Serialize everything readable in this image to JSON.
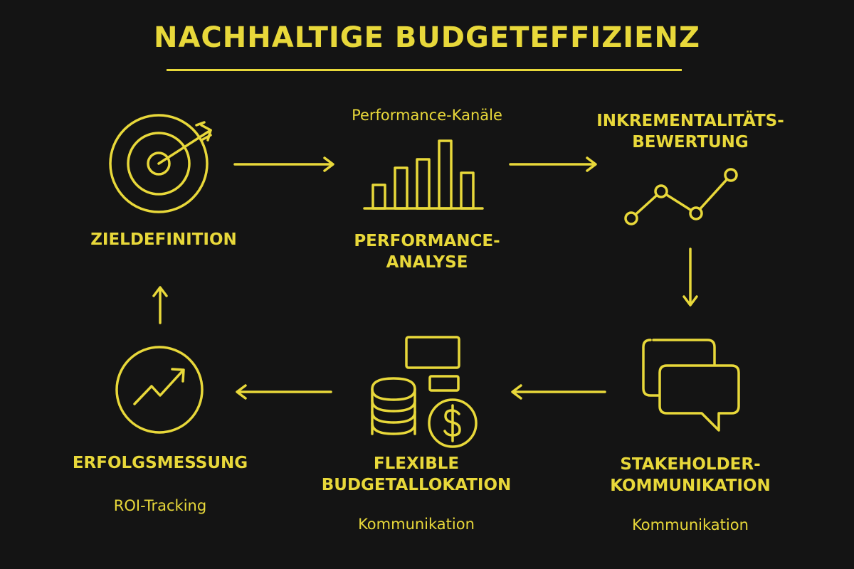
{
  "title": "NACHHALTIGE BUDGETEFFIZIENZ",
  "colors": {
    "background": "#141414",
    "accent": "#E8D83A"
  },
  "steps": [
    {
      "id": "zieldefinition",
      "icon": "target-arrow-icon",
      "label": "ZIELDEFINITION",
      "subtitle": ""
    },
    {
      "id": "performance-analyse",
      "icon": "bar-chart-icon",
      "label": "PERFORMANCE-\nANALYSE",
      "subtitle": "Performance-Kanäle"
    },
    {
      "id": "inkrementalitaetsbewertung",
      "icon": "line-chart-icon",
      "label": "INKREMENTALITÄTS-\nBEWERTUNG",
      "subtitle": ""
    },
    {
      "id": "stakeholder-kommunikation",
      "icon": "speech-bubbles-icon",
      "label": "STAKEHOLDER-\nKOMMUNIKATION",
      "subtitle": "Kommunikation"
    },
    {
      "id": "flexible-budgetallokation",
      "icon": "coins-dollar-icon",
      "label": "FLEXIBLE\nBUDGETALLOKATION",
      "subtitle": "Kommunikation"
    },
    {
      "id": "erfolgsmessung",
      "icon": "growth-chart-circle-icon",
      "label": "ERFOLGSMESSUNG",
      "subtitle": "ROI-Tracking"
    }
  ],
  "flow": [
    [
      "zieldefinition",
      "performance-analyse"
    ],
    [
      "performance-analyse",
      "inkrementalitaetsbewertung"
    ],
    [
      "inkrementalitaetsbewertung",
      "stakeholder-kommunikation"
    ],
    [
      "stakeholder-kommunikation",
      "flexible-budgetallokation"
    ],
    [
      "flexible-budgetallokation",
      "erfolgsmessung"
    ],
    [
      "erfolgsmessung",
      "zieldefinition"
    ]
  ]
}
